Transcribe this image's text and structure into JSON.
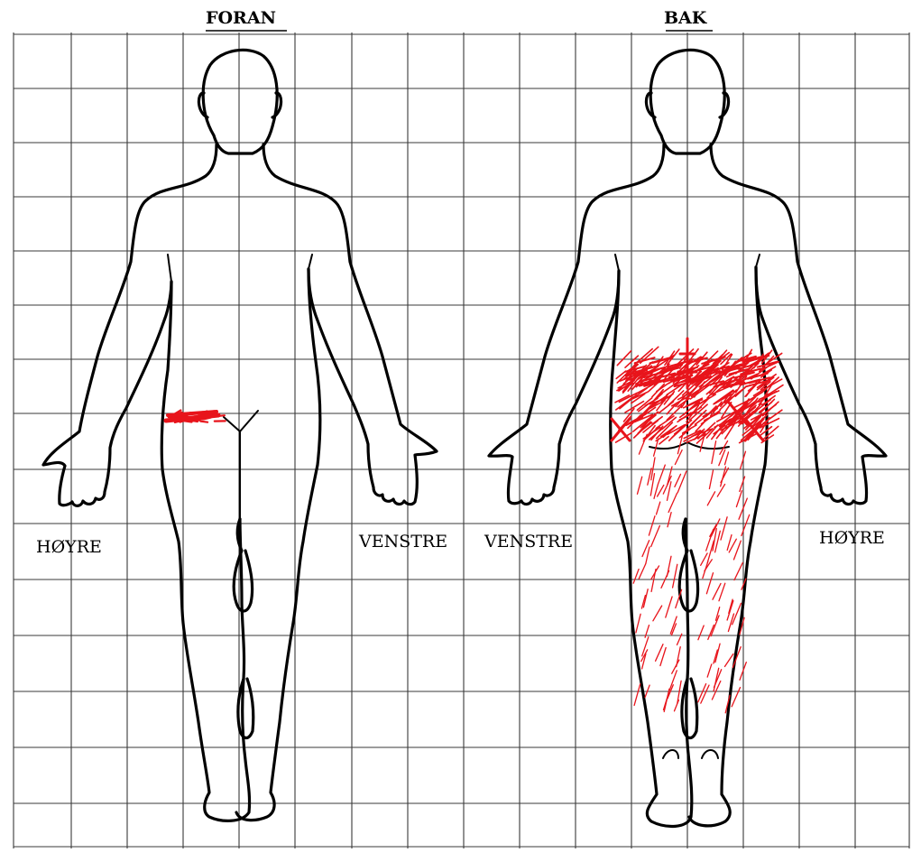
{
  "front_view": {
    "title": "FORAN",
    "right_label": "HØYRE",
    "left_label": "VENSTRE"
  },
  "back_view": {
    "title": "BAK",
    "left_label": "VENSTRE",
    "right_label": "HØYRE"
  },
  "colors": {
    "pain_marking": "#e8141b",
    "outline": "#000000",
    "grid": "#3a3a3a",
    "paper": "#ffffff"
  },
  "markings": [
    {
      "view": "front",
      "region": "right groin",
      "style": "hatching"
    },
    {
      "view": "back",
      "region": "lower back and buttocks",
      "style": "dense hatching"
    },
    {
      "view": "back",
      "region": "hips",
      "style": "cross marks"
    },
    {
      "view": "back",
      "region": "back of thighs and calves",
      "style": "sparse hatching"
    }
  ]
}
